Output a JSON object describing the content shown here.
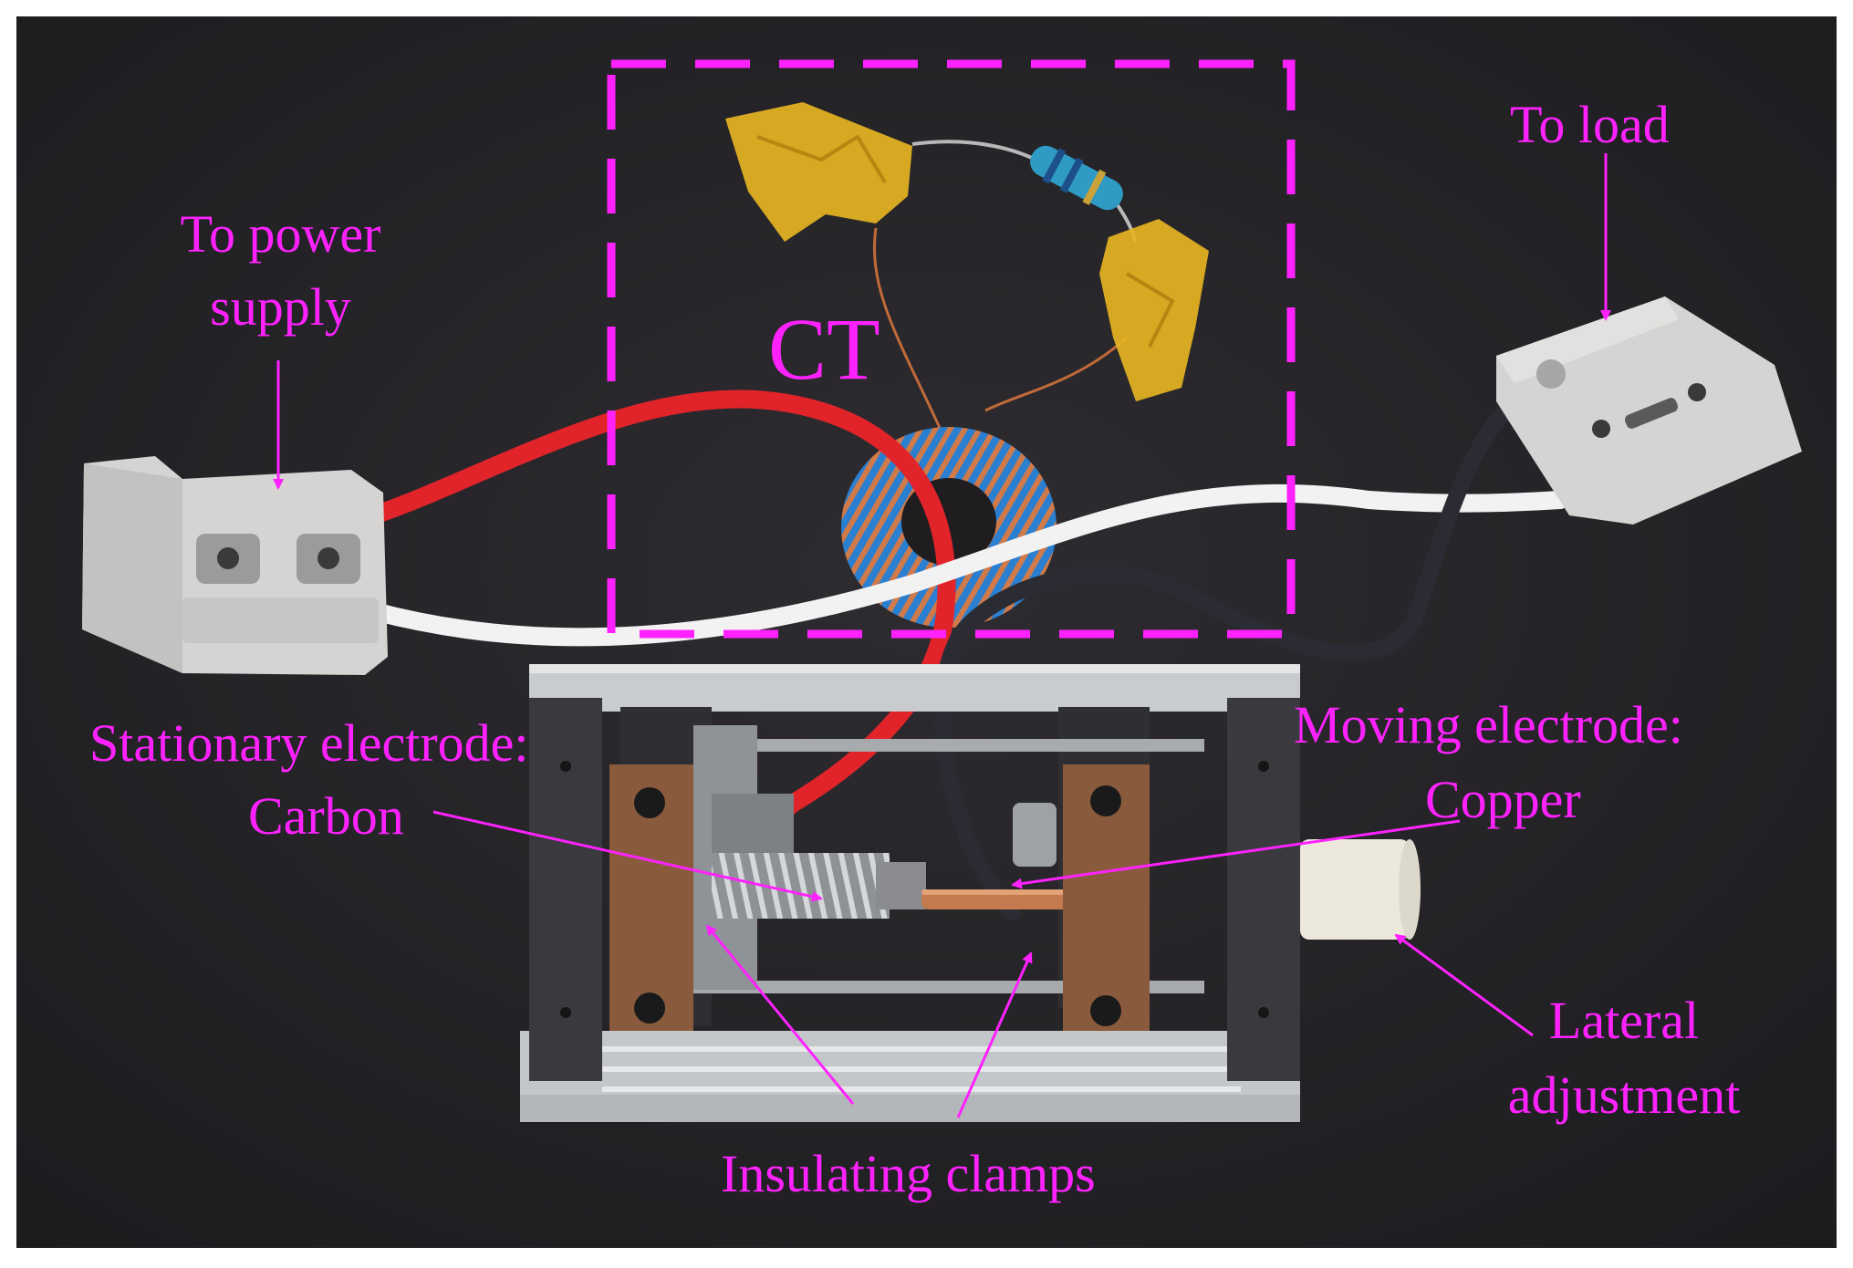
{
  "labels": {
    "ct": "CT",
    "to_power_supply_1": "To power",
    "to_power_supply_2": "supply",
    "to_load": "To load",
    "stationary_1": "Stationary electrode:",
    "stationary_2": "Carbon",
    "moving_1": "Moving electrode:",
    "moving_2": "Copper",
    "lateral_1": "Lateral",
    "lateral_2": "adjustment",
    "insulating_clamps": "Insulating clamps"
  },
  "colors": {
    "annotation": "#ff22ff",
    "background": "#252325",
    "red_wire": "#e0242a",
    "white_wire": "#f2f2f2",
    "black_wire": "#2b2b33",
    "connector": "#d6d4d2",
    "copper_clamp": "#8a5a3c",
    "aluminium": "#c9cccf",
    "tape": "#e6b422",
    "toroid_blue": "#2a7fd0",
    "toroid_copper": "#d07a4a"
  }
}
